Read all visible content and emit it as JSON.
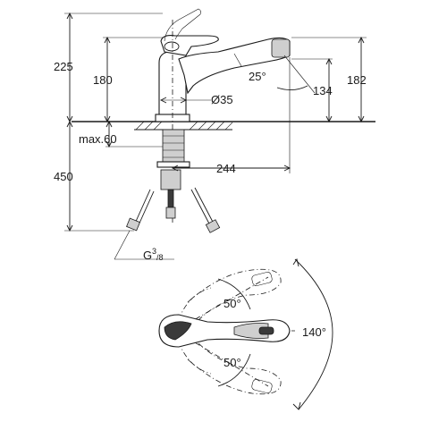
{
  "dimensions": {
    "total_height": "225",
    "spout_height": "180",
    "spout_angle": "25°",
    "spout_reach_height": "134",
    "body_height_right": "182",
    "base_diameter": "Ø35",
    "max_thickness": "max.60",
    "below_counter": "450",
    "spout_reach": "244",
    "thread_main": "G",
    "thread_sup": "3",
    "thread_den": "/8"
  },
  "swivel": {
    "angle_top": "50°",
    "angle_bottom": "50°",
    "angle_total": "140°"
  },
  "colors": {
    "line": "#1a1a1a",
    "hatch_fill": "#cfcfcf",
    "dark_fill": "#3a3a3a",
    "background": "#ffffff"
  }
}
